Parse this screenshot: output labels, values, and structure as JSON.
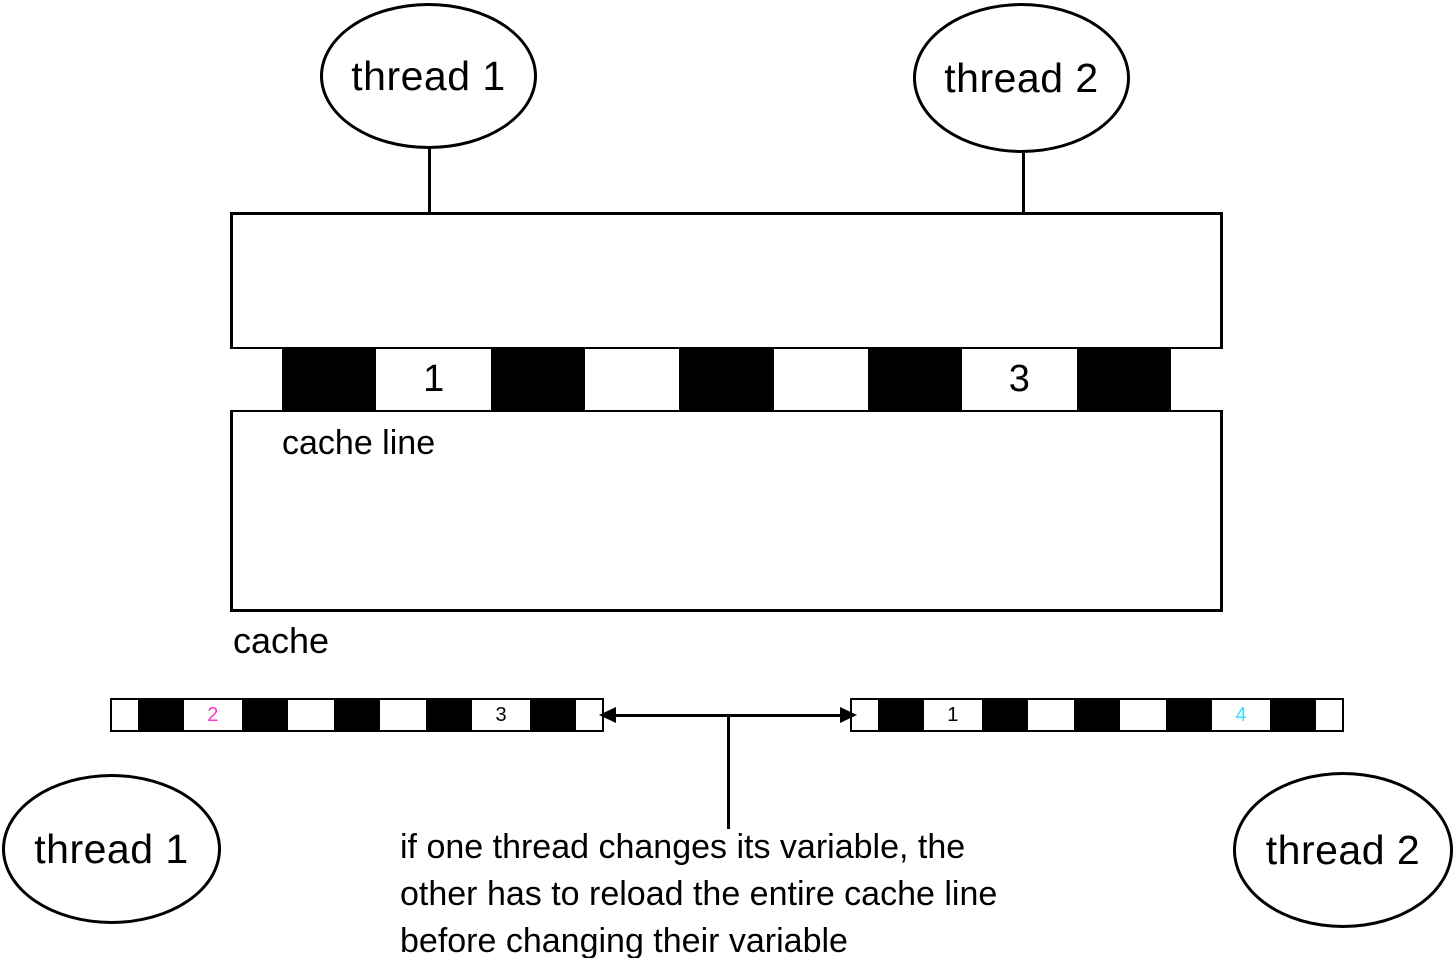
{
  "diagram": {
    "title_hint": "false sharing cache line diagram",
    "ellipses": {
      "top_thread1": "thread 1",
      "top_thread2": "thread 2",
      "bottom_thread1": "thread 1",
      "bottom_thread2": "thread 2"
    },
    "labels": {
      "cache_line": "cache line",
      "cache": "cache"
    },
    "note_text": "if one thread changes its variable, the\nother has to reload the entire cache line\nbefore changing their variable",
    "colors": {
      "magenta_variable": "#ff33cc",
      "cyan_variable": "#33e0f8",
      "black": "#000000",
      "white": "#ffffff"
    },
    "cache_line_cells": [
      {
        "color": "white",
        "label": ""
      },
      {
        "color": "black",
        "label": ""
      },
      {
        "color": "white",
        "label": "1",
        "label_color": "#000000"
      },
      {
        "color": "black",
        "label": ""
      },
      {
        "color": "white",
        "label": ""
      },
      {
        "color": "black",
        "label": ""
      },
      {
        "color": "white",
        "label": ""
      },
      {
        "color": "black",
        "label": ""
      },
      {
        "color": "white",
        "label": "3",
        "label_color": "#000000"
      },
      {
        "color": "black",
        "label": ""
      },
      {
        "color": "white",
        "label": ""
      }
    ],
    "thread1_copy_cells": [
      {
        "color": "white",
        "label": ""
      },
      {
        "color": "black",
        "label": ""
      },
      {
        "color": "white",
        "label": "2",
        "label_color": "#ff33cc"
      },
      {
        "color": "black",
        "label": ""
      },
      {
        "color": "white",
        "label": ""
      },
      {
        "color": "black",
        "label": ""
      },
      {
        "color": "white",
        "label": ""
      },
      {
        "color": "black",
        "label": ""
      },
      {
        "color": "white",
        "label": "3",
        "label_color": "#000000"
      },
      {
        "color": "black",
        "label": ""
      },
      {
        "color": "white",
        "label": ""
      }
    ],
    "thread2_copy_cells": [
      {
        "color": "white",
        "label": ""
      },
      {
        "color": "black",
        "label": ""
      },
      {
        "color": "white",
        "label": "1",
        "label_color": "#000000"
      },
      {
        "color": "black",
        "label": ""
      },
      {
        "color": "white",
        "label": ""
      },
      {
        "color": "black",
        "label": ""
      },
      {
        "color": "white",
        "label": ""
      },
      {
        "color": "black",
        "label": ""
      },
      {
        "color": "white",
        "label": "4",
        "label_color": "#33e0f8"
      },
      {
        "color": "black",
        "label": ""
      },
      {
        "color": "white",
        "label": ""
      }
    ]
  }
}
